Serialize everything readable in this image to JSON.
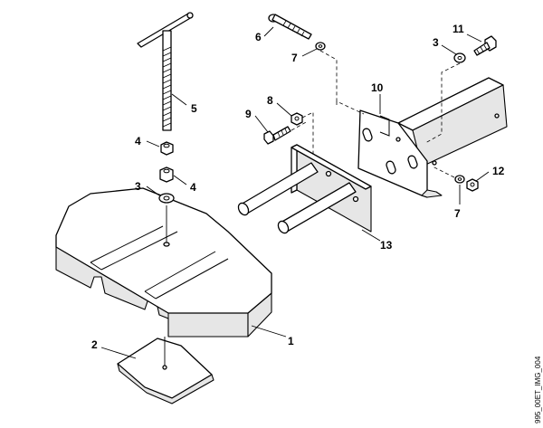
{
  "diagram": {
    "callouts": {
      "c1": "1",
      "c2": "2",
      "c3a": "3",
      "c3b": "3",
      "c4a": "4",
      "c4b": "4",
      "c5": "5",
      "c6": "6",
      "c7a": "7",
      "c7b": "7",
      "c8": "8",
      "c9": "9",
      "c10": "10",
      "c11": "11",
      "c12": "12",
      "c13": "13"
    },
    "image_code": "995_00ET_IMG_004"
  }
}
